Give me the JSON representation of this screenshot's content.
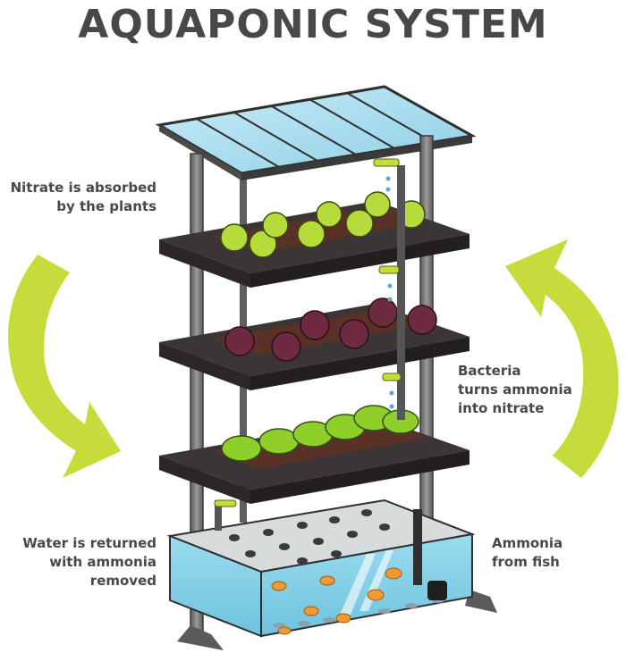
{
  "title": "AQUAPONIC SYSTEM",
  "labels": {
    "nitrate": [
      "Nitrate is absorbed",
      "by the plants"
    ],
    "bacteria": [
      "Bacteria",
      "turns ammonia",
      "into nitrate"
    ],
    "water": [
      "Water is returned",
      "with ammonia",
      "removed"
    ],
    "ammonia": [
      "Ammonia",
      "from fish"
    ]
  },
  "colors": {
    "title_text": "#4a4747",
    "cycle_arrow": "#c5dc3a",
    "frame": "#6e6e6e",
    "shelf": "#3b3535",
    "soil": "#5a3126",
    "roof_glass": "#9fd6ec",
    "tank_water": "#7fd0e6",
    "lettuce_light": "#b6dc3c",
    "lettuce_dark": "#6e2a40",
    "fish": "#f29a2e"
  },
  "icons": [
    "cycle-arrow-left-icon",
    "cycle-arrow-right-icon",
    "water-drip-icon",
    "goldfish-icon",
    "water-pump-icon"
  ]
}
